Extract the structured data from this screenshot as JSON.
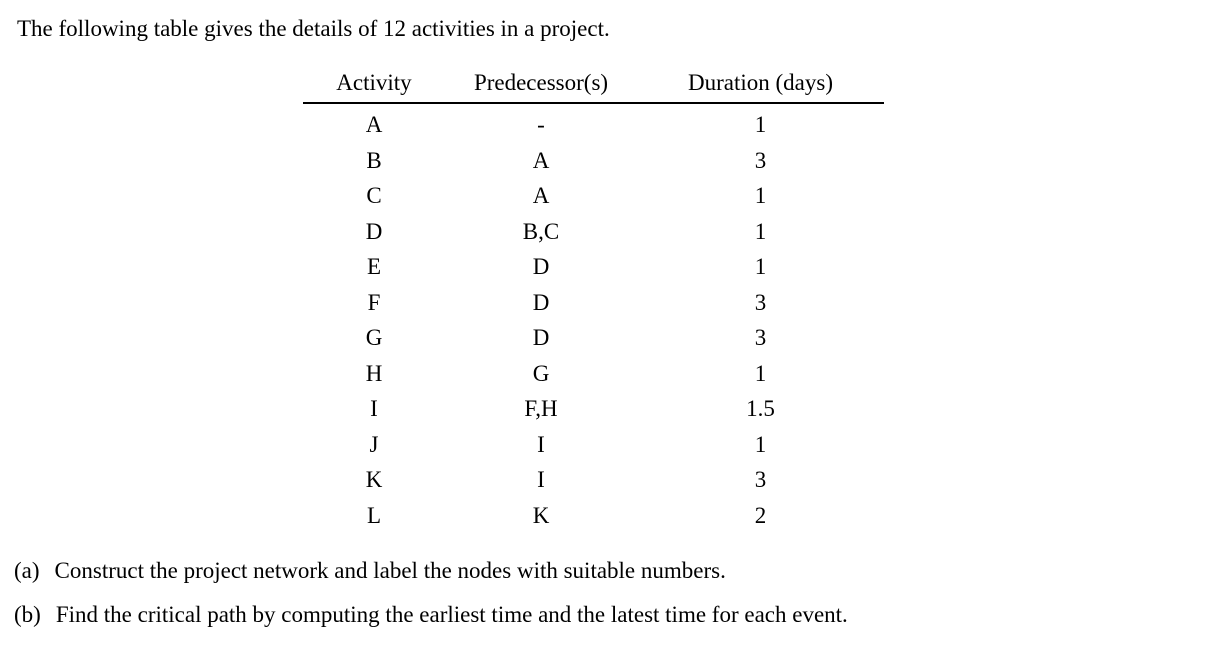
{
  "intro": "The following table gives the details of 12 activities in a project.",
  "table": {
    "headers": [
      "Activity",
      "Predecessor(s)",
      "Duration (days)"
    ],
    "rows": [
      [
        "A",
        "-",
        "1"
      ],
      [
        "B",
        "A",
        "3"
      ],
      [
        "C",
        "A",
        "1"
      ],
      [
        "D",
        "B,C",
        "1"
      ],
      [
        "E",
        "D",
        "1"
      ],
      [
        "F",
        "D",
        "3"
      ],
      [
        "G",
        "D",
        "3"
      ],
      [
        "H",
        "G",
        "1"
      ],
      [
        "I",
        "F,H",
        "1.5"
      ],
      [
        "J",
        "I",
        "1"
      ],
      [
        "K",
        "I",
        "3"
      ],
      [
        "L",
        "K",
        "2"
      ]
    ]
  },
  "questions": [
    {
      "label": "(a)",
      "text": "Construct the project network and label the nodes with suitable numbers."
    },
    {
      "label": "(b)",
      "text": "Find the critical path by computing the earliest time and the latest time for each event."
    }
  ],
  "colors": {
    "text": "#000000",
    "background": "#ffffff"
  }
}
